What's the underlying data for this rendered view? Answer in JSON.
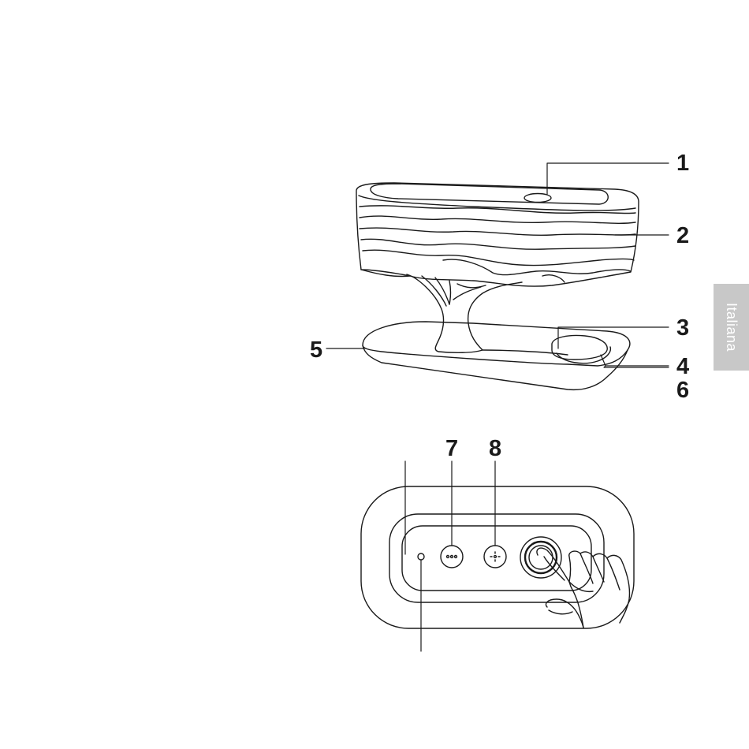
{
  "language_tab": {
    "label": "Italiana"
  },
  "callouts": {
    "n1": "1",
    "n2": "2",
    "n3": "3",
    "n4": "4",
    "n5": "5",
    "n6": "6",
    "n7": "7",
    "n8": "8"
  },
  "colors": {
    "ink": "#1a1a1a",
    "tab": "#c8c8c8",
    "tab_text": "#ffffff"
  }
}
